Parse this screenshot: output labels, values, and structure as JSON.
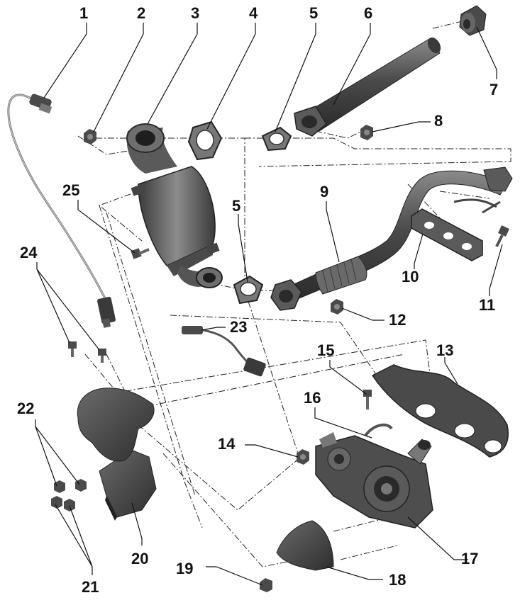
{
  "colors": {
    "background": "#ffffff",
    "part_dark": "#3a3a3a",
    "part_mid": "#6b6b6b",
    "part_light": "#9a9a9a",
    "leader": "#111111"
  },
  "callouts": {
    "c1": "1",
    "c2": "2",
    "c3": "3",
    "c4": "4",
    "c5a": "5",
    "c5b": "5",
    "c6": "6",
    "c7": "7",
    "c8": "8",
    "c9": "9",
    "c10": "10",
    "c11": "11",
    "c12": "12",
    "c13": "13",
    "c14": "14",
    "c15": "15",
    "c16": "16",
    "c17": "17",
    "c18": "18",
    "c19": "19",
    "c20": "20",
    "c21": "21",
    "c22": "22",
    "c23": "23",
    "c24": "24",
    "c25": "25"
  }
}
